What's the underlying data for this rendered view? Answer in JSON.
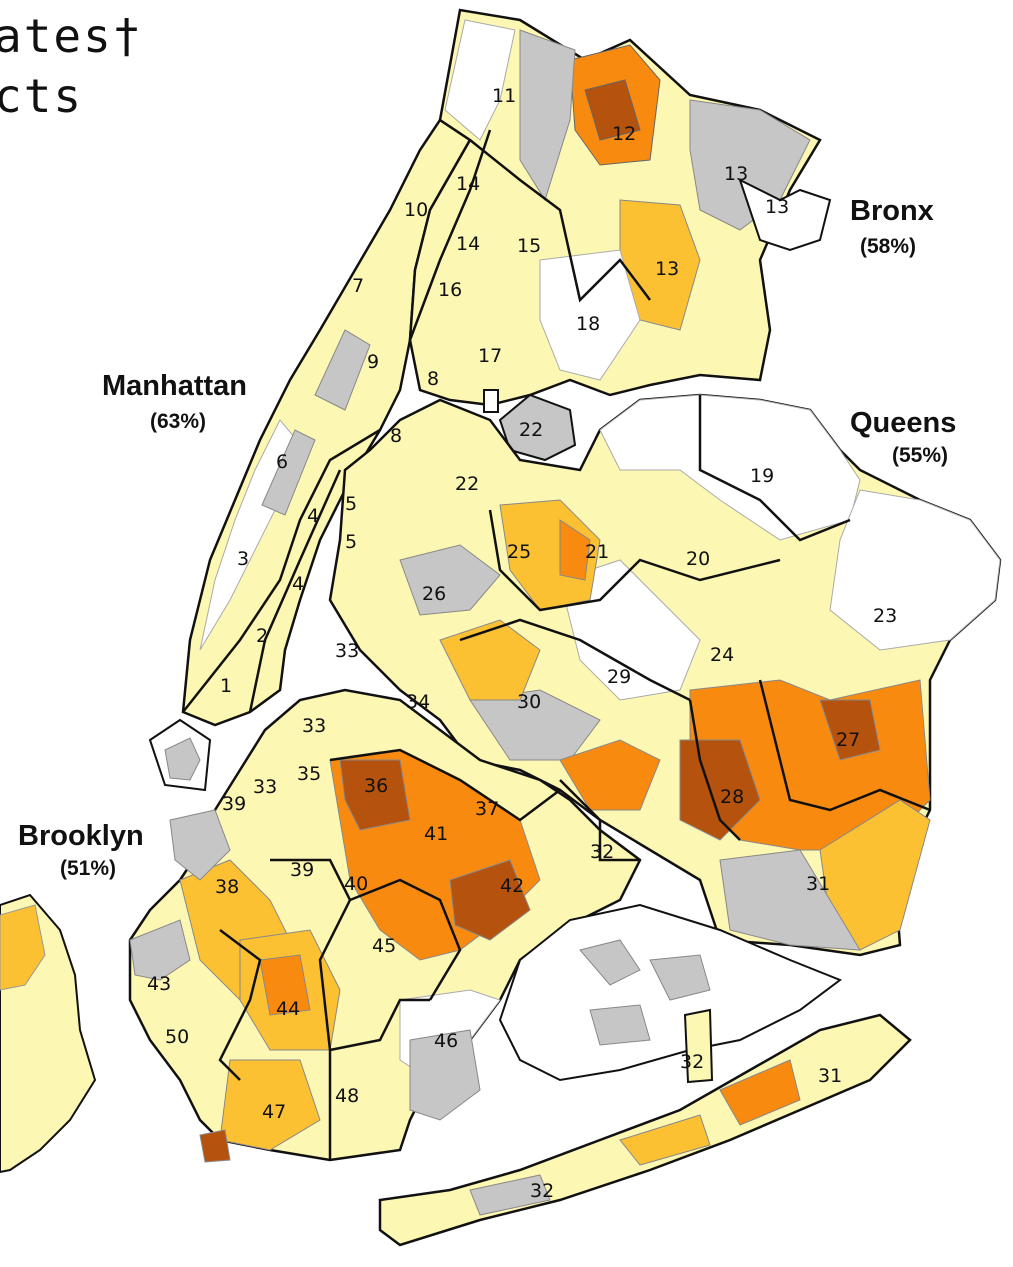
{
  "title_fragments": [
    "ates†",
    "cts"
  ],
  "legend_colors": {
    "none": "#ffffff",
    "low": "#fdf7b4",
    "mid": "#fcc133",
    "high": "#f98a10",
    "highest": "#b5520e",
    "nodata": "#c6c6c6",
    "boundary": "#111111"
  },
  "boroughs": [
    {
      "name": "Manhattan",
      "pct": "(63%)"
    },
    {
      "name": "Bronx",
      "pct": "(58%)"
    },
    {
      "name": "Queens",
      "pct": "(55%)"
    },
    {
      "name": "Brooklyn",
      "pct": "(51%)"
    }
  ],
  "districts": [
    "1",
    "2",
    "3",
    "4",
    "4",
    "5",
    "5",
    "6",
    "7",
    "8",
    "8",
    "9",
    "10",
    "11",
    "12",
    "13",
    "13",
    "13",
    "14",
    "14",
    "15",
    "16",
    "17",
    "18",
    "19",
    "20",
    "21",
    "22",
    "22",
    "23",
    "24",
    "25",
    "26",
    "27",
    "28",
    "29",
    "30",
    "31",
    "31",
    "32",
    "32",
    "32",
    "33",
    "33",
    "33",
    "34",
    "35",
    "36",
    "37",
    "38",
    "39",
    "39",
    "40",
    "41",
    "42",
    "43",
    "44",
    "45",
    "46",
    "47",
    "48",
    "50"
  ]
}
